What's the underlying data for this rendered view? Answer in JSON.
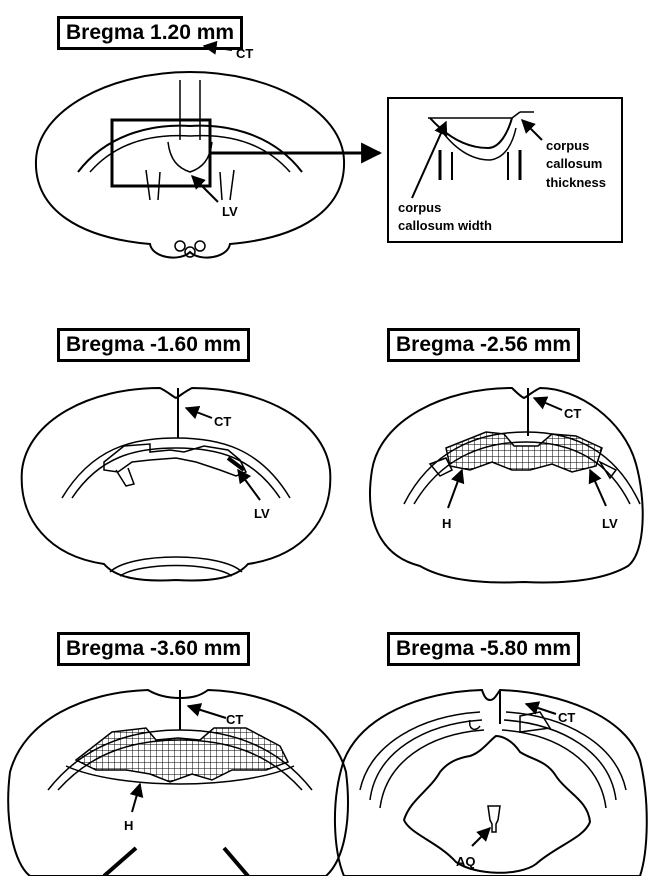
{
  "panels": [
    {
      "label": "Bregma 1.20 mm"
    },
    {
      "label": "Bregma -1.60 mm"
    },
    {
      "label": "Bregma -2.56 mm"
    },
    {
      "label": "Bregma -3.60 mm"
    },
    {
      "label": "Bregma -5.80 mm"
    }
  ],
  "annotations": {
    "ct": "CT",
    "lv": "LV",
    "h": "H",
    "aq": "AQ"
  },
  "inset": {
    "cc_label_1": "corpus",
    "cc_label_2": "callosum",
    "cc_label_3": "thickness",
    "cw_label_1": "corpus",
    "cw_label_2": "callosum width"
  }
}
